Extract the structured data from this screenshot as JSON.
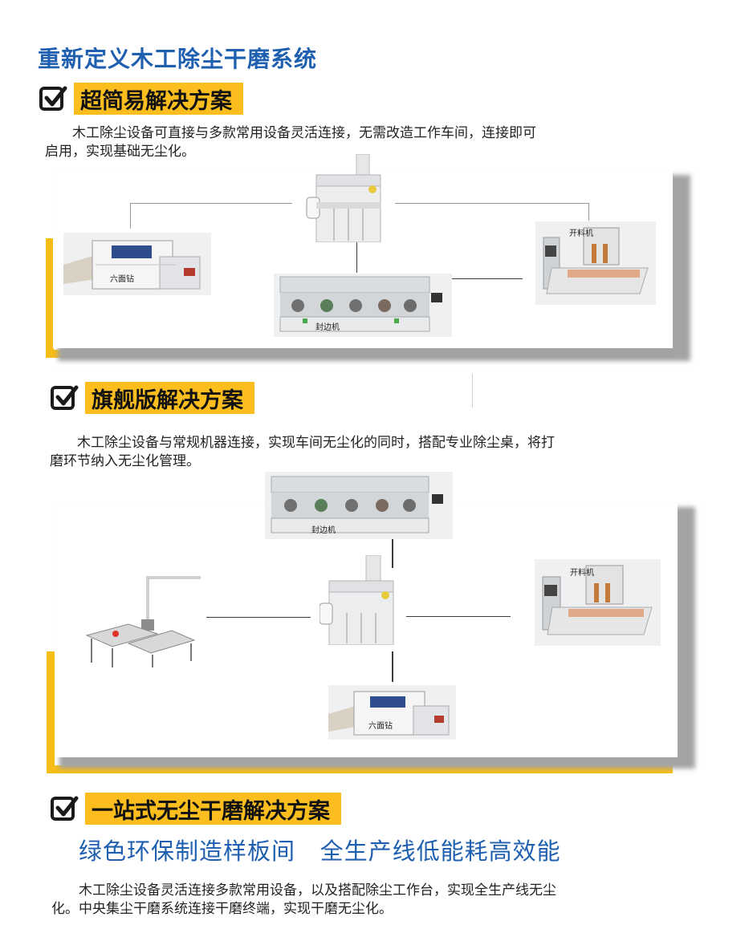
{
  "title": "重新定义木工除尘干磨系统",
  "sections": [
    {
      "heading": "超简易解决方案",
      "paragraph_l1": "木工除尘设备可直接与多款常用设备灵活连接，无需改造工作车间，连接即可",
      "paragraph_l2": "启用，实现基础无尘化。",
      "labels": {
        "drill": "六面钻",
        "edge": "封边机",
        "cnc": "开料机"
      }
    },
    {
      "heading": "旗舰版解决方案",
      "paragraph_l1": "木工除尘设备与常规机器连接，实现车间无尘化的同时，搭配专业除尘桌，将打",
      "paragraph_l2": "磨环节纳入无尘化管理。",
      "labels": {
        "drill": "六面钻",
        "edge": "封边机",
        "cnc": "开料机"
      }
    },
    {
      "heading": "一站式无尘干磨解决方案",
      "slogan": "绿色环保制造样板间   全生产线低能耗高效能",
      "paragraph_l1": "木工除尘设备灵活连接多款常用设备，以及搭配除尘工作台，实现全生产线无尘",
      "paragraph_l2": "化。中央集尘干磨系统连接干磨终端，实现干磨无尘化。"
    }
  ],
  "icons": [
    "check-box-icon"
  ],
  "colors": {
    "title_blue": "#1f5fb0",
    "highlight_yellow": "#fbbe1e",
    "frame_yellow": "#f6bd17"
  }
}
